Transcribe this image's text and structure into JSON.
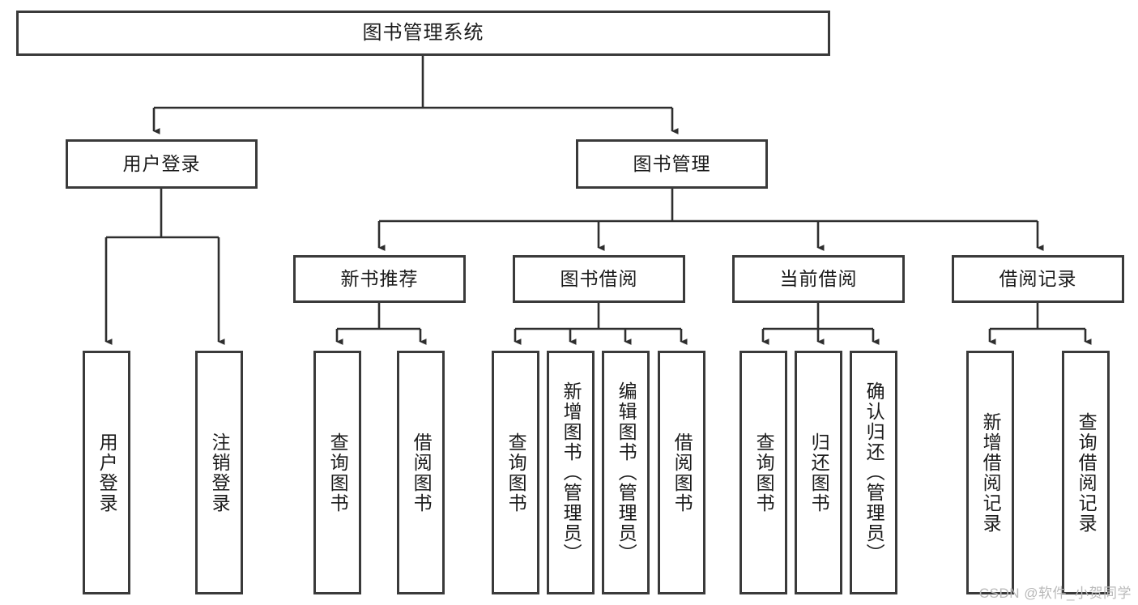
{
  "diagram": {
    "title": "图书管理系统",
    "type": "hierarchy-tree",
    "orientation": "top-down",
    "colors": {
      "box_border": "#3a3a3a",
      "box_fill": "#ffffff",
      "edge": "#2e2e2e",
      "text": "#1b1b1b",
      "watermark": "#b9b9b9",
      "background": "#ffffff"
    },
    "root": {
      "label": "图书管理系统"
    },
    "level2": [
      {
        "label": "用户登录"
      },
      {
        "label": "图书管理"
      }
    ],
    "level3": [
      {
        "label": "新书推荐"
      },
      {
        "label": "图书借阅"
      },
      {
        "label": "当前借阅"
      },
      {
        "label": "借阅记录"
      }
    ],
    "leaves": {
      "user_login": [
        {
          "label": "用户登录"
        },
        {
          "label": "注销登录"
        }
      ],
      "new_book_recommend": [
        {
          "label": "查询图书"
        },
        {
          "label": "借阅图书"
        }
      ],
      "book_borrow": [
        {
          "label": "查询图书"
        },
        {
          "label": "新增图书（管理员）"
        },
        {
          "label": "编辑图书（管理员）"
        },
        {
          "label": "借阅图书"
        }
      ],
      "current_borrow": [
        {
          "label": "查询图书"
        },
        {
          "label": "归还图书"
        },
        {
          "label": "确认归还（管理员）"
        }
      ],
      "borrow_record": [
        {
          "label": "新增借阅记录"
        },
        {
          "label": "查询借阅记录"
        }
      ]
    }
  },
  "watermark": {
    "text": "CSDN @软件_小贺同学"
  }
}
